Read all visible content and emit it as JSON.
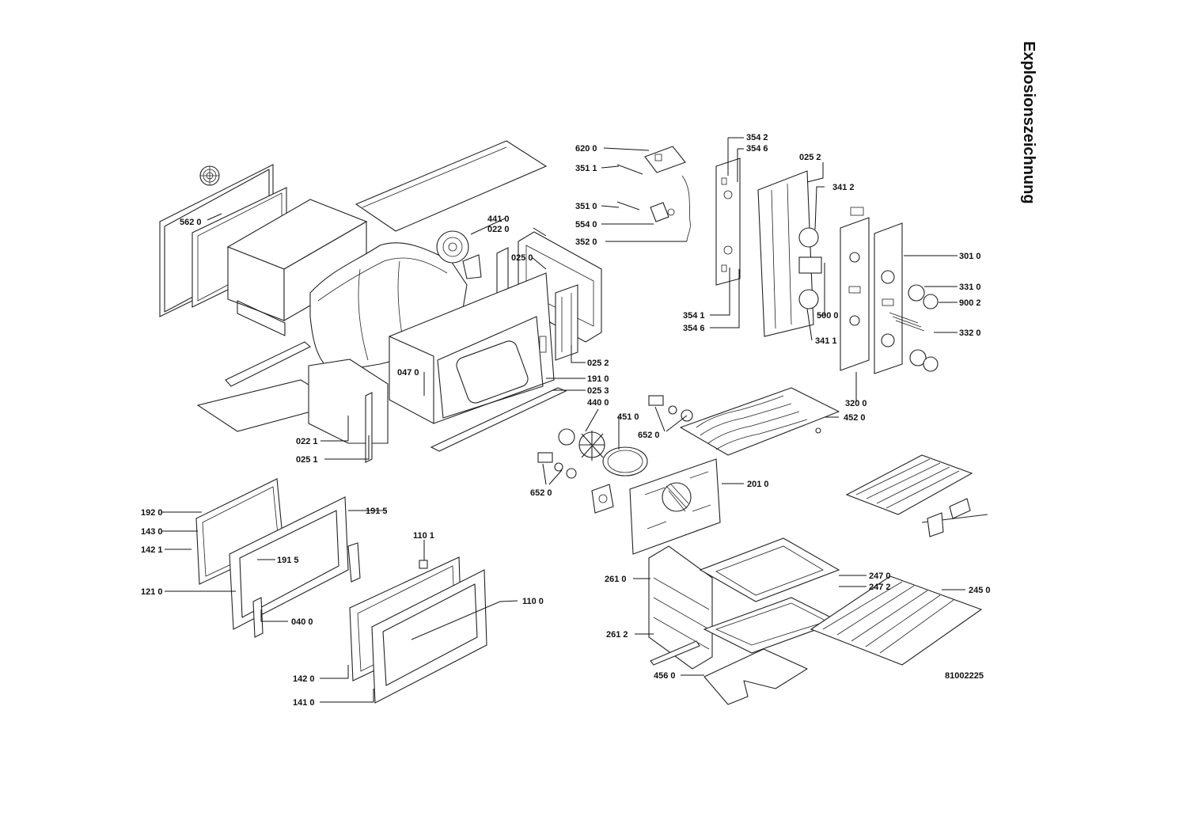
{
  "title": "Explosionszeichnung",
  "drawing_number": "81002225",
  "labels": [
    {
      "id": "562-0",
      "text": "562 0"
    },
    {
      "id": "441-0",
      "text": "441 0"
    },
    {
      "id": "022-0",
      "text": "022 0"
    },
    {
      "id": "025-0",
      "text": "025 0"
    },
    {
      "id": "025-2a",
      "text": "025 2"
    },
    {
      "id": "191-0",
      "text": "191 0"
    },
    {
      "id": "025-3",
      "text": "025 3"
    },
    {
      "id": "047-0",
      "text": "047 0"
    },
    {
      "id": "022-1",
      "text": "022 1"
    },
    {
      "id": "025-1",
      "text": "025 1"
    },
    {
      "id": "620-0",
      "text": "620 0"
    },
    {
      "id": "351-1",
      "text": "351 1"
    },
    {
      "id": "351-0",
      "text": "351 0"
    },
    {
      "id": "554-0",
      "text": "554 0"
    },
    {
      "id": "352-0",
      "text": "352 0"
    },
    {
      "id": "354-2",
      "text": "354 2"
    },
    {
      "id": "354-6a",
      "text": "354 6"
    },
    {
      "id": "354-1",
      "text": "354 1"
    },
    {
      "id": "354-6b",
      "text": "354 6"
    },
    {
      "id": "025-2b",
      "text": "025 2"
    },
    {
      "id": "341-2",
      "text": "341 2"
    },
    {
      "id": "500-0",
      "text": "500 0"
    },
    {
      "id": "341-1",
      "text": "341 1"
    },
    {
      "id": "301-0",
      "text": "301 0"
    },
    {
      "id": "331-0",
      "text": "331 0"
    },
    {
      "id": "900-2",
      "text": "900 2"
    },
    {
      "id": "332-0",
      "text": "332 0"
    },
    {
      "id": "320-0",
      "text": "320 0"
    },
    {
      "id": "452-0",
      "text": "452 0"
    },
    {
      "id": "440-0",
      "text": "440 0"
    },
    {
      "id": "451-0",
      "text": "451 0"
    },
    {
      "id": "652-0a",
      "text": "652 0"
    },
    {
      "id": "652-0b",
      "text": "652 0"
    },
    {
      "id": "201-0",
      "text": "201 0"
    },
    {
      "id": "192-0",
      "text": "192 0"
    },
    {
      "id": "191-5a",
      "text": "191 5"
    },
    {
      "id": "143-0",
      "text": "143 0"
    },
    {
      "id": "142-1",
      "text": "142 1"
    },
    {
      "id": "191-5b",
      "text": "191 5"
    },
    {
      "id": "121-0",
      "text": "121 0"
    },
    {
      "id": "040-0",
      "text": "040 0"
    },
    {
      "id": "110-1",
      "text": "110 1"
    },
    {
      "id": "110-0",
      "text": "110 0"
    },
    {
      "id": "142-0",
      "text": "142 0"
    },
    {
      "id": "141-0",
      "text": "141 0"
    },
    {
      "id": "261-0",
      "text": "261 0"
    },
    {
      "id": "247-0",
      "text": "247 0"
    },
    {
      "id": "247-2",
      "text": "247 2"
    },
    {
      "id": "245-0",
      "text": "245 0"
    },
    {
      "id": "261-2",
      "text": "261 2"
    },
    {
      "id": "456-0",
      "text": "456 0"
    }
  ]
}
